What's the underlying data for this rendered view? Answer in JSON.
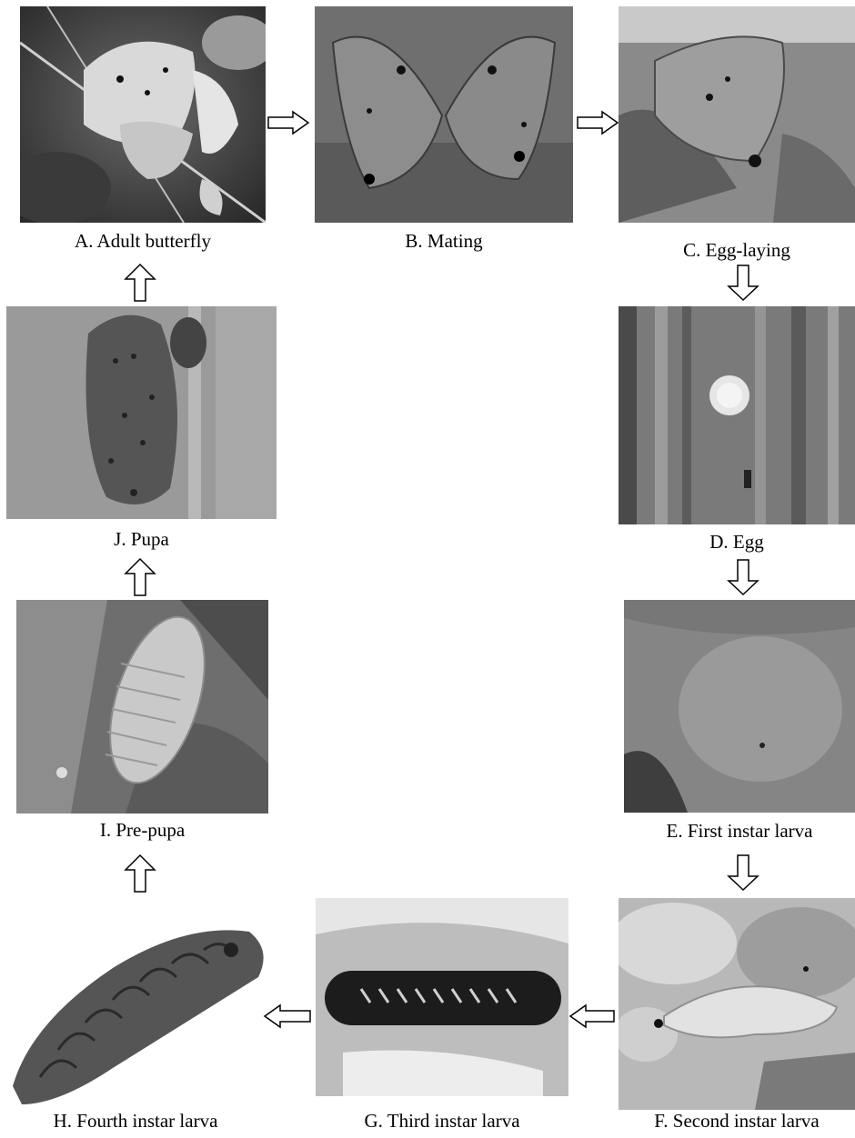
{
  "stages": [
    {
      "id": "A",
      "caption": "A. Adult butterfly"
    },
    {
      "id": "B",
      "caption": "B. Mating"
    },
    {
      "id": "C",
      "caption": "C. Egg-laying"
    },
    {
      "id": "D",
      "caption": "D. Egg"
    },
    {
      "id": "E",
      "caption": "E. First instar larva"
    },
    {
      "id": "F",
      "caption": "F. Second instar larva"
    },
    {
      "id": "G",
      "caption": "G. Third instar larva"
    },
    {
      "id": "H",
      "caption": "H. Fourth instar larva"
    },
    {
      "id": "I",
      "caption": "I. Pre-pupa"
    },
    {
      "id": "J",
      "caption": "J. Pupa"
    }
  ],
  "flow": [
    "A",
    "B",
    "C",
    "D",
    "E",
    "F",
    "G",
    "H",
    "I",
    "J",
    "A"
  ],
  "colors": {
    "arrow_stroke": "#000000",
    "arrow_fill": "#ffffff"
  }
}
